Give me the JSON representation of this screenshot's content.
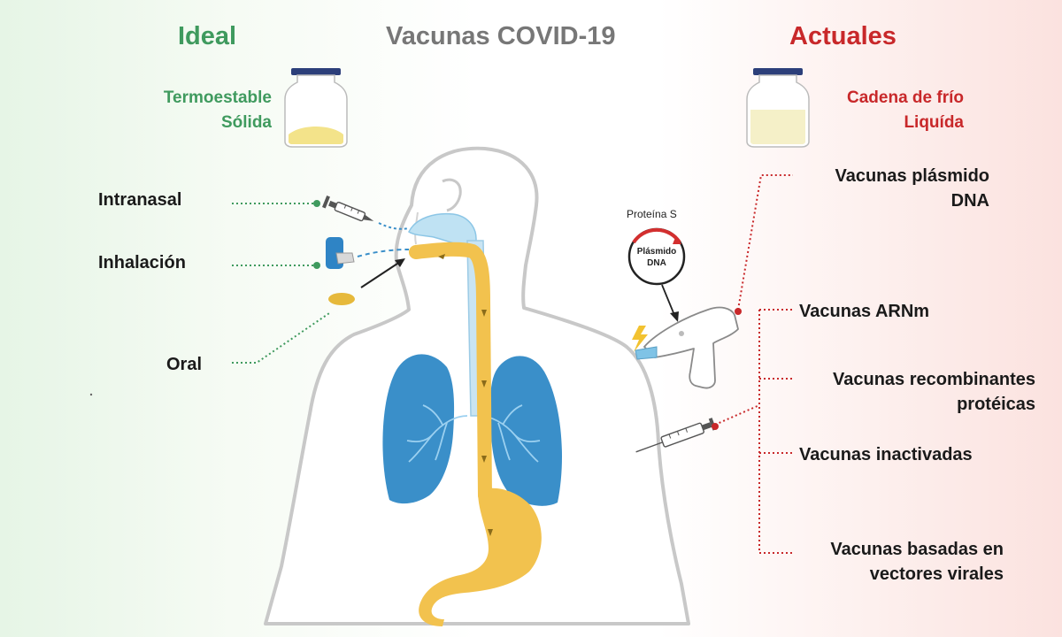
{
  "header": {
    "ideal": "Ideal",
    "title": "Vacunas COVID-19",
    "actuales": "Actuales"
  },
  "left_vial": {
    "line1": "Termoestable",
    "line2": "Sólida"
  },
  "right_vial": {
    "line1": "Cadena de frío",
    "line2": "Liquída"
  },
  "routes": [
    "Intranasal",
    "Inhalación",
    "Oral"
  ],
  "plasmid": {
    "protein_label": "Proteína S",
    "center_line1": "Plásmido",
    "center_line2": "DNA"
  },
  "vaccine_types": [
    {
      "line1": "Vacunas plásmido",
      "line2": "DNA"
    },
    {
      "line1": "Vacunas ARNm",
      "line2": ""
    },
    {
      "line1": "Vacunas recombinantes",
      "line2": "protéicas"
    },
    {
      "line1": "Vacunas inactivadas",
      "line2": ""
    },
    {
      "line1": "Vacunas basadas en",
      "line2": "vectores virales"
    }
  ],
  "colors": {
    "ideal_green": "#3f9a5e",
    "actual_red": "#c8282a",
    "title_gray": "#777777",
    "lung_blue": "#3a8fc9",
    "digestive_yellow": "#f2c24e"
  }
}
